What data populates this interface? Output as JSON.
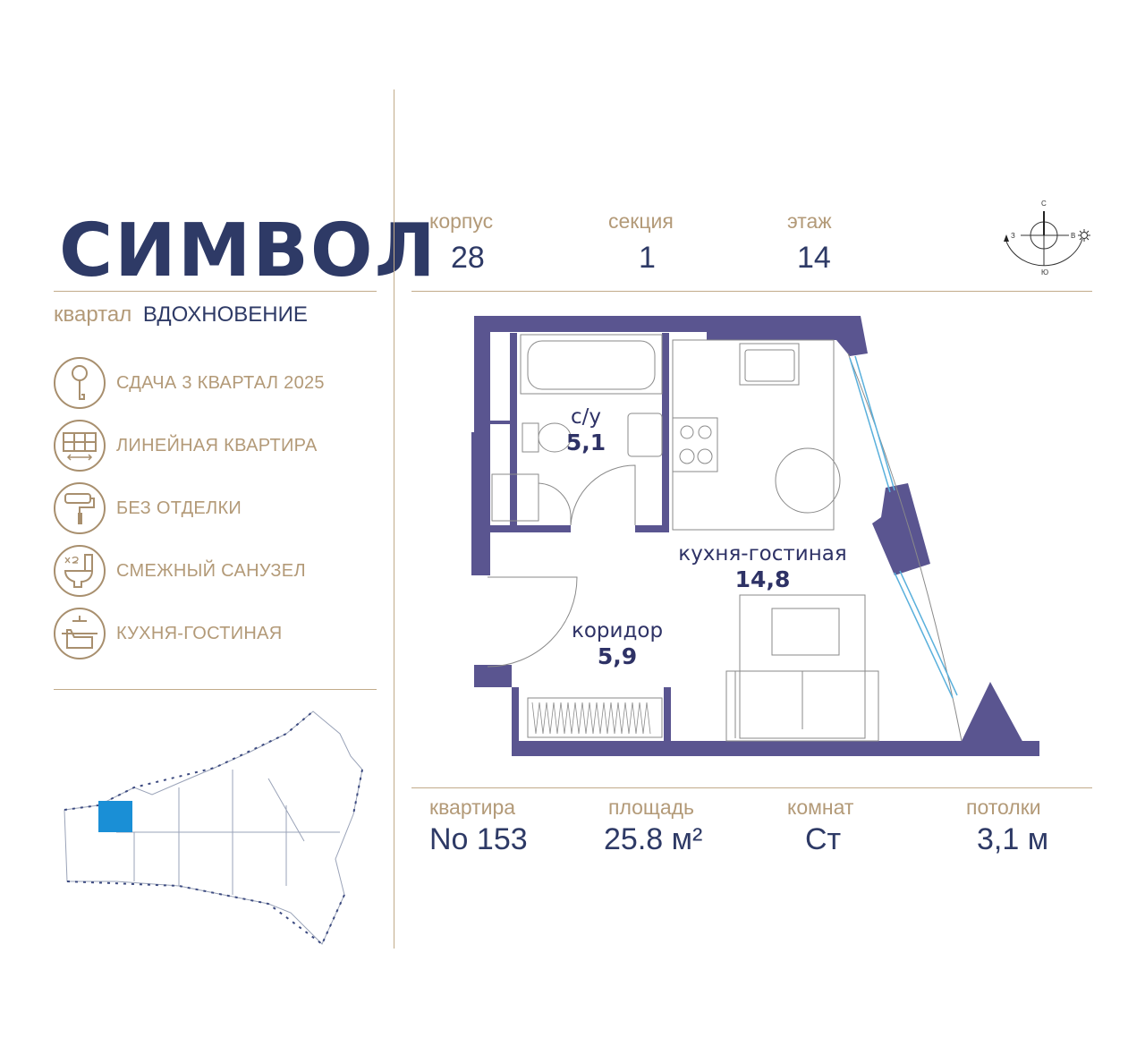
{
  "brand": {
    "logo": "СИМВОЛ",
    "district_prefix": "квартал",
    "district_name": "ВДОХНОВЕНИЕ"
  },
  "features": [
    {
      "icon": "key-icon",
      "label": "СДАЧА 3 КВАРТАЛ 2025"
    },
    {
      "icon": "linear-apartment-icon",
      "label": "ЛИНЕЙНАЯ КВАРТИРА"
    },
    {
      "icon": "paint-roller-icon",
      "label": "БЕЗ ОТДЕЛКИ"
    },
    {
      "icon": "toilet-icon",
      "label": "СМЕЖНЫЙ САНУЗЕЛ"
    },
    {
      "icon": "armchair-icon",
      "label": "КУХНЯ-ГОСТИНАЯ"
    }
  ],
  "header": {
    "building": {
      "label": "корпус",
      "value": "28"
    },
    "section": {
      "label": "секция",
      "value": "1"
    },
    "floor": {
      "label": "этаж",
      "value": "14"
    }
  },
  "compass": {
    "n": "С",
    "w": "З",
    "e": "В",
    "s": "Ю"
  },
  "rooms": [
    {
      "name": "с/у",
      "area": "5,1"
    },
    {
      "name": "кухня-гостиная",
      "area": "14,8"
    },
    {
      "name": "коридор",
      "area": "5,9"
    }
  ],
  "footer": {
    "apartment": {
      "label": "квартира",
      "value": "No 153"
    },
    "area": {
      "label": "площадь",
      "value": "25.8 м²"
    },
    "rooms": {
      "label": "комнат",
      "value": "Ст"
    },
    "ceiling": {
      "label": "потолки",
      "value": "3,1 м"
    }
  },
  "colors": {
    "wall": "#5a5590",
    "accent": "#b39a78",
    "brand": "#2e3a66",
    "highlight": "#1a8fd6"
  }
}
